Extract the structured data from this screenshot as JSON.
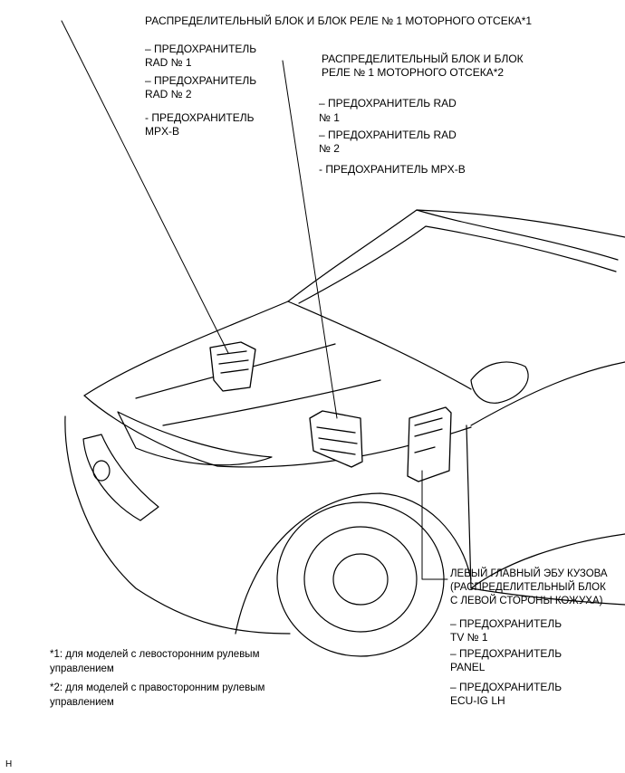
{
  "callouts": {
    "block1": {
      "title": "РАСПРЕДЕЛИТЕЛЬНЫЙ БЛОК И БЛОК РЕЛЕ № 1 МОТОРНОГО ОТСЕКА*1",
      "items": [
        "– ПРЕДОХРАНИТЕЛЬ",
        "RAD № 1",
        "– ПРЕДОХРАНИТЕЛЬ",
        "RAD № 2",
        "- ПРЕДОХРАНИТЕЛЬ",
        "MPX-B"
      ]
    },
    "block2": {
      "title_line1": "РАСПРЕДЕЛИТЕЛЬНЫЙ БЛОК И БЛОК",
      "title_line2": "РЕЛЕ № 1 МОТОРНОГО ОТСЕКА*2",
      "items": [
        "– ПРЕДОХРАНИТЕЛЬ RAD",
        "№ 1",
        "– ПРЕДОХРАНИТЕЛЬ RAD",
        "№ 2",
        "- ПРЕДОХРАНИТЕЛЬ MPX-B"
      ]
    },
    "ecu": {
      "title_lines": [
        "ЛЕВЫЙ ГЛАВНЫЙ ЭБУ КУЗОВА",
        "(РАСПРЕДЕЛИТЕЛЬНЫЙ БЛОК",
        "С ЛЕВОЙ СТОРОНЫ КОЖУХА)"
      ],
      "items": [
        "– ПРЕДОХРАНИТЕЛЬ",
        "TV № 1",
        "– ПРЕДОХРАНИТЕЛЬ",
        "PANEL",
        "– ПРЕДОХРАНИТЕЛЬ",
        "ECU-IG LH"
      ]
    }
  },
  "footnotes": [
    "*1: для моделей с левосторонним рулевым",
    "управлением",
    "*2: для моделей с правосторонним рулевым",
    "управлением"
  ],
  "corner_code": "H"
}
